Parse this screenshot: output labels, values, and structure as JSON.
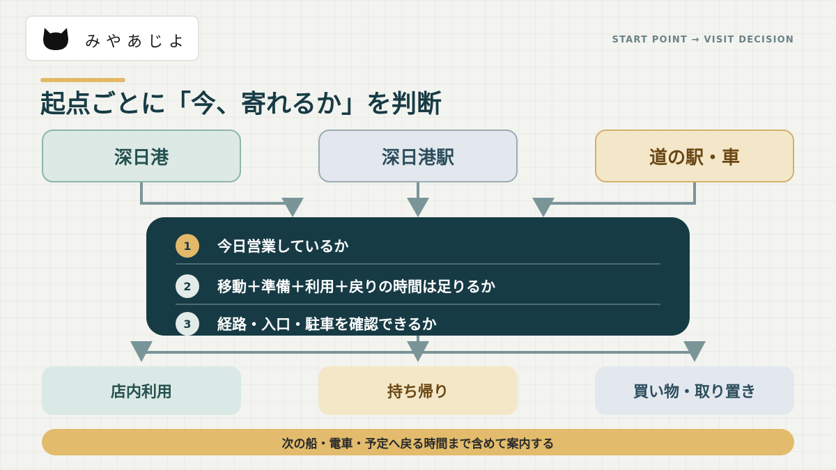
{
  "header": {
    "logo_text": "みやあじよ",
    "tagline": "START POINT → VISIT DECISION"
  },
  "title": "起点ごとに「今、寄れるか」を判断",
  "starts": [
    {
      "label": "深日港"
    },
    {
      "label": "深日港駅"
    },
    {
      "label": "道の駅・車"
    }
  ],
  "checks": [
    {
      "num": "1",
      "label": "今日営業しているか"
    },
    {
      "num": "2",
      "label": "移動＋準備＋利用＋戻りの時間は足りるか"
    },
    {
      "num": "3",
      "label": "経路・入口・駐車を確認できるか"
    }
  ],
  "outcomes": [
    {
      "label": "店内利用"
    },
    {
      "label": "持ち帰り"
    },
    {
      "label": "買い物・取り置き"
    }
  ],
  "footer": "次の船・電車・予定へ戻る時間まで含めて案内する",
  "colors": {
    "dark_teal": "#173b45",
    "gold": "#e2bc6c",
    "connector": "#7a9598"
  }
}
